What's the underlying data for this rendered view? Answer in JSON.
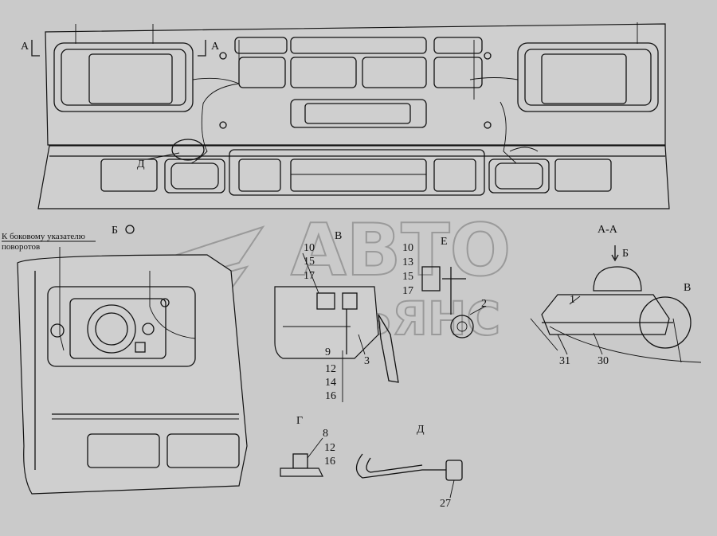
{
  "labels": {
    "sec_a_left": "А",
    "sec_a_right": "А",
    "view_b": "Б",
    "view_v": "В",
    "view_e": "Е",
    "view_g": "Г",
    "view_d": "Д",
    "view_d_callout": "Д",
    "section_aa": "А-А",
    "section_aa_arrow": "Б",
    "callout_v": "В"
  },
  "note": {
    "line1": "К боковому указателю",
    "line2": "поворотов"
  },
  "parts": {
    "v": [
      "10",
      "15",
      "17",
      "9",
      "12",
      "14",
      "16",
      "3"
    ],
    "e": [
      "10",
      "13",
      "15",
      "17",
      "2"
    ],
    "aa": [
      "1",
      "31",
      "30"
    ],
    "g": [
      "8",
      "12",
      "16"
    ],
    "d": [
      "27"
    ]
  },
  "watermark": {
    "line1": "АВТО",
    "line2": "АЛЬЯНС"
  }
}
